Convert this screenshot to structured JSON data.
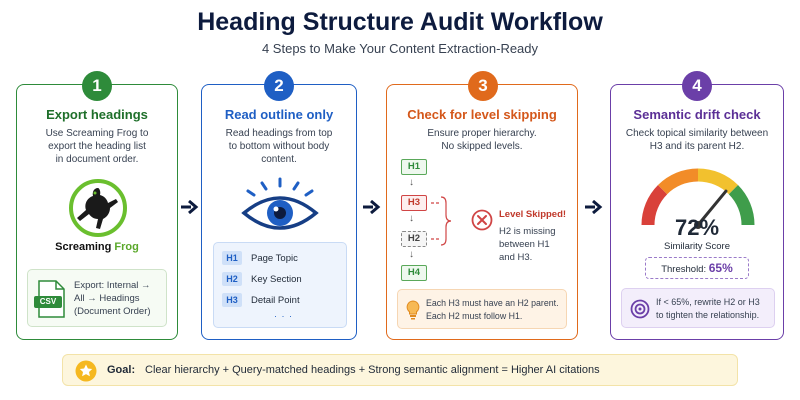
{
  "title": "Heading Structure Audit Workflow",
  "subtitle": "4 Steps to Make Your Content Extraction-Ready",
  "colors": {
    "green": "#2e8b3a",
    "blue": "#1f5fc4",
    "orange": "#e06a1c",
    "purple": "#6b3fa8",
    "navy": "#0d1b3e"
  },
  "steps": [
    {
      "number": "1",
      "title": "Export headings",
      "desc_lines": [
        "Use Screaming Frog to",
        "export the heading list",
        "in document order."
      ],
      "logo_text_a": "Screaming ",
      "logo_text_b": "Frog",
      "file_badge": "CSV",
      "export_lines": [
        "Export: Internal →",
        "All → Headings",
        "(Document Order)"
      ]
    },
    {
      "number": "2",
      "title": "Read outline only",
      "desc_lines": [
        "Read headings from top",
        "to bottom without body",
        "content."
      ],
      "outline": [
        {
          "tag": "H1",
          "label": "Page Topic"
        },
        {
          "tag": "H2",
          "label": "Key Section"
        },
        {
          "tag": "H3",
          "label": "Detail Point"
        }
      ],
      "ellipsis": "· · ·"
    },
    {
      "number": "3",
      "title": "Check for level skipping",
      "desc_lines": [
        "Ensure proper hierarchy.",
        "No skipped levels."
      ],
      "levels": [
        "H1",
        "H3",
        "H2",
        "H4"
      ],
      "error_title": "Level Skipped!",
      "error_lines": [
        "H2 is missing",
        "between H1",
        "and H3."
      ],
      "tip_lines": [
        "Each H3 must have an H2 parent.",
        "Each H2 must follow H1."
      ]
    },
    {
      "number": "4",
      "title": "Semantic drift check",
      "desc_lines": [
        "Check topical similarity between",
        "H3 and its parent H2."
      ],
      "score": "72%",
      "score_fraction": 0.72,
      "score_label": "Similarity Score",
      "threshold_label": "Threshold: ",
      "threshold_value": "65%",
      "note_lines": [
        "If < 65%, rewrite H2 or H3",
        "to tighten the relationship."
      ]
    }
  ],
  "goal": {
    "label": "Goal:",
    "text": "Clear hierarchy + Query-matched headings + Strong semantic alignment = Higher AI citations"
  }
}
